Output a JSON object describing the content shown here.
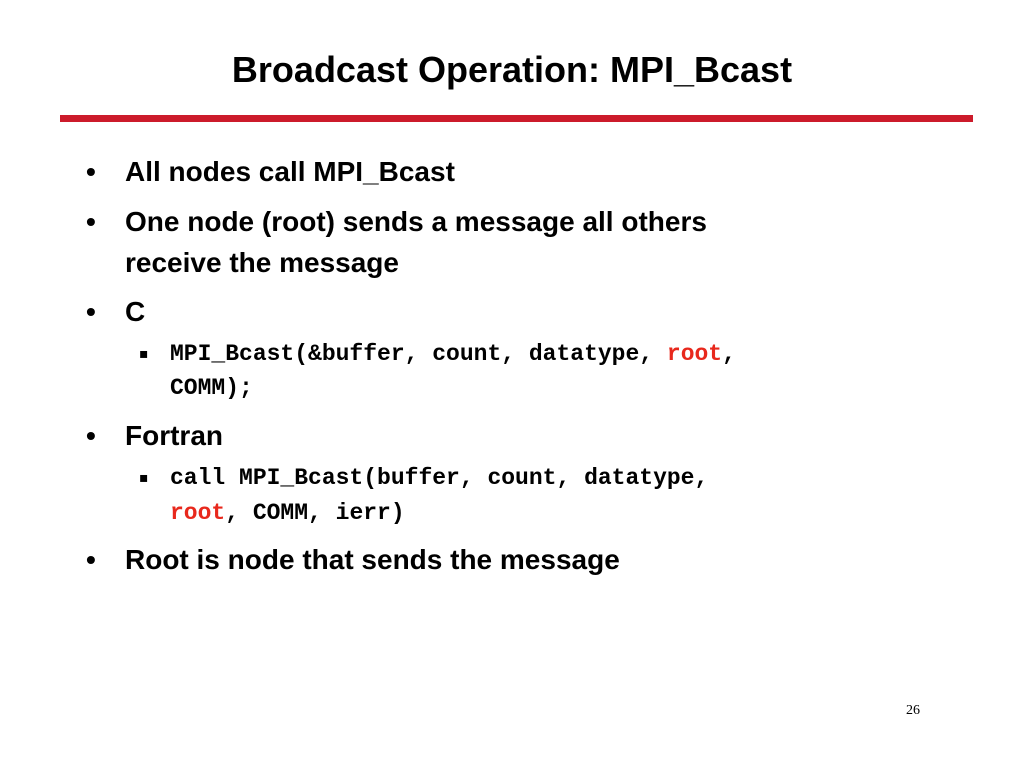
{
  "slide": {
    "title": "Broadcast Operation: MPI_Bcast",
    "accent_color": "#cc1b2b",
    "highlight_color": "#e8281c",
    "page_number": "26",
    "bullets": [
      {
        "mark": "•",
        "lines": [
          "All nodes call MPI_Bcast"
        ]
      },
      {
        "mark": "•",
        "lines": [
          "One node (root) sends a message all others",
          "receive the message"
        ]
      },
      {
        "mark": "•",
        "lines": [
          "C"
        ]
      },
      {
        "mark": "•",
        "lines": [
          "Fortran"
        ]
      },
      {
        "mark": "•",
        "lines": [
          "Root is node that sends the message"
        ]
      }
    ],
    "sub_bullets": {
      "c": {
        "mark": "▪",
        "line1_pre": "MPI_Bcast(&buffer, count, datatype, ",
        "line1_red": "root",
        "line1_post": ",",
        "line2": "COMM);"
      },
      "fortran": {
        "mark": "▪",
        "line1": "call MPI_Bcast(buffer, count, datatype,",
        "line2_red": "root",
        "line2_post": ", COMM, ierr)"
      }
    }
  }
}
